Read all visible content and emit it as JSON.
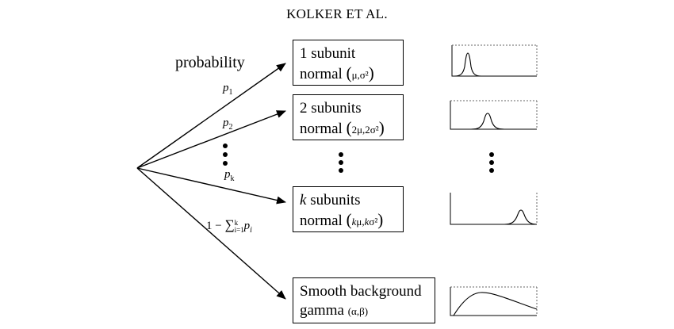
{
  "header": {
    "title": "KOLKER ET AL."
  },
  "diagram": {
    "probability_label": "probability",
    "edges": [
      {
        "p": "p",
        "sub": "1"
      },
      {
        "p": "p",
        "sub": "2"
      },
      {
        "p": "p",
        "sub": "k"
      }
    ],
    "background_edge": {
      "prefix": "1 − ",
      "sum": "∑",
      "sup": "k",
      "subscript": "i=1",
      "term": "p",
      "term_sub": "i"
    },
    "boxes": [
      {
        "line1": "1 subunit",
        "dist": "normal",
        "params": "μ,σ²"
      },
      {
        "line1": "2 subunits",
        "dist": "normal",
        "params": "2μ,2σ²"
      },
      {
        "line1_var": "k",
        "line1_rest": " subunits",
        "dist": "normal",
        "params_k1": "k",
        "params_mid": "μ,",
        "params_k2": "k",
        "params_end": "σ²"
      },
      {
        "line1": "Smooth background",
        "dist": "gamma",
        "params": "(α,β)"
      }
    ]
  }
}
